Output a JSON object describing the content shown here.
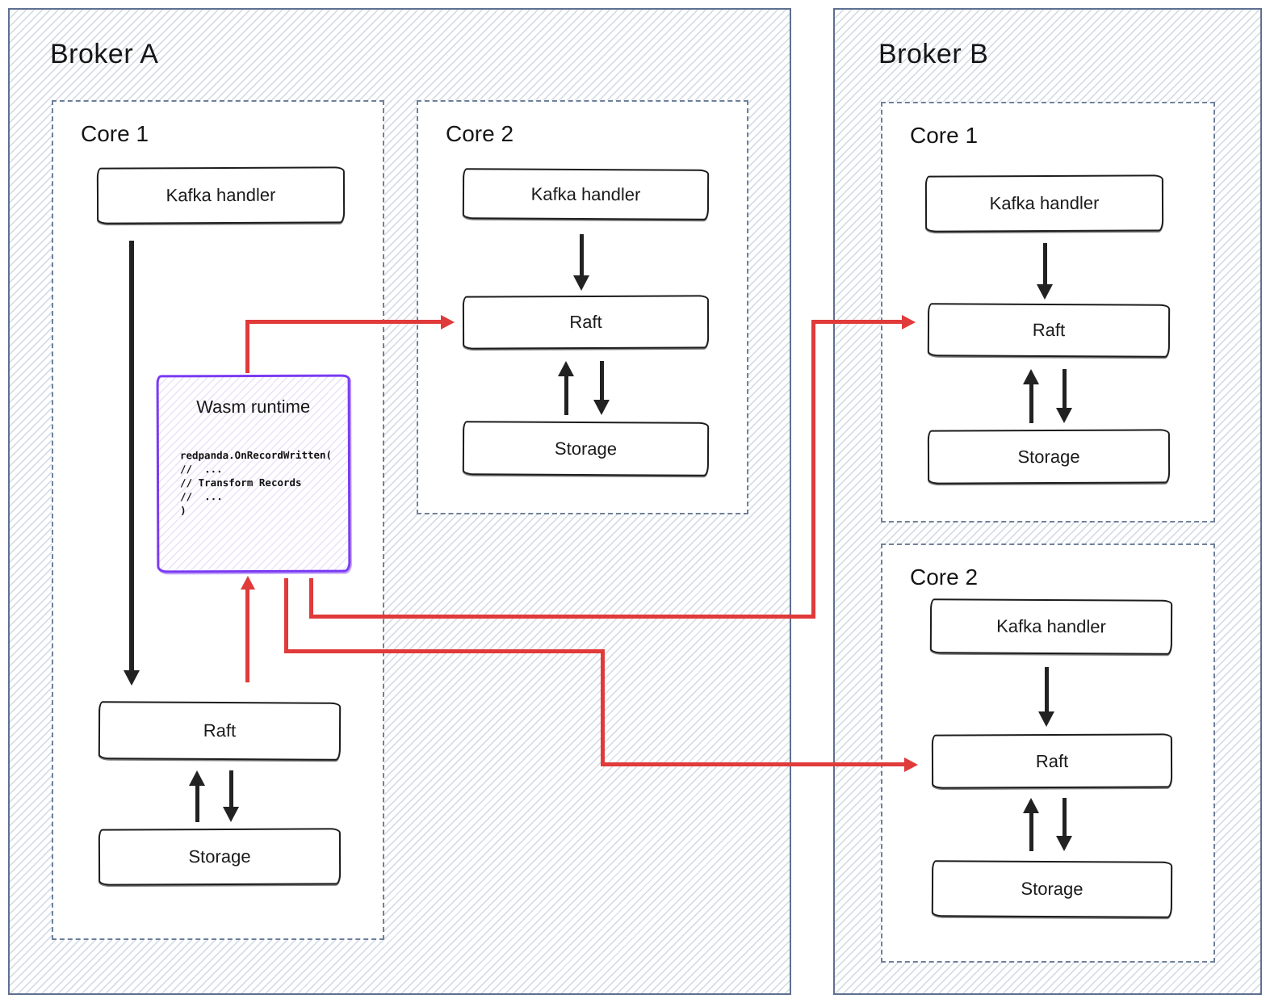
{
  "diagram": {
    "broker_a": {
      "title": "Broker A",
      "core1": {
        "label": "Core 1",
        "kafka_handler": "Kafka handler",
        "wasm_runtime": {
          "title": "Wasm runtime",
          "code_lines": [
            "redpanda.OnRecordWritten(",
            "//  ...",
            "// Transform Records",
            "//  ...",
            ")"
          ]
        },
        "raft": "Raft",
        "storage": "Storage"
      },
      "core2": {
        "label": "Core 2",
        "kafka_handler": "Kafka handler",
        "raft": "Raft",
        "storage": "Storage"
      }
    },
    "broker_b": {
      "title": "Broker B",
      "core1": {
        "label": "Core 1",
        "kafka_handler": "Kafka handler",
        "raft": "Raft",
        "storage": "Storage"
      },
      "core2": {
        "label": "Core 2",
        "kafka_handler": "Kafka handler",
        "raft": "Raft",
        "storage": "Storage"
      }
    },
    "colors": {
      "red_arrow": "#e03a3a",
      "purple_accent": "#7b3bf2",
      "broker_border": "#5e7090",
      "core_border": "#6e8099",
      "box_border": "#1c1c1c",
      "hatch_line": "#cfd7e2"
    }
  }
}
